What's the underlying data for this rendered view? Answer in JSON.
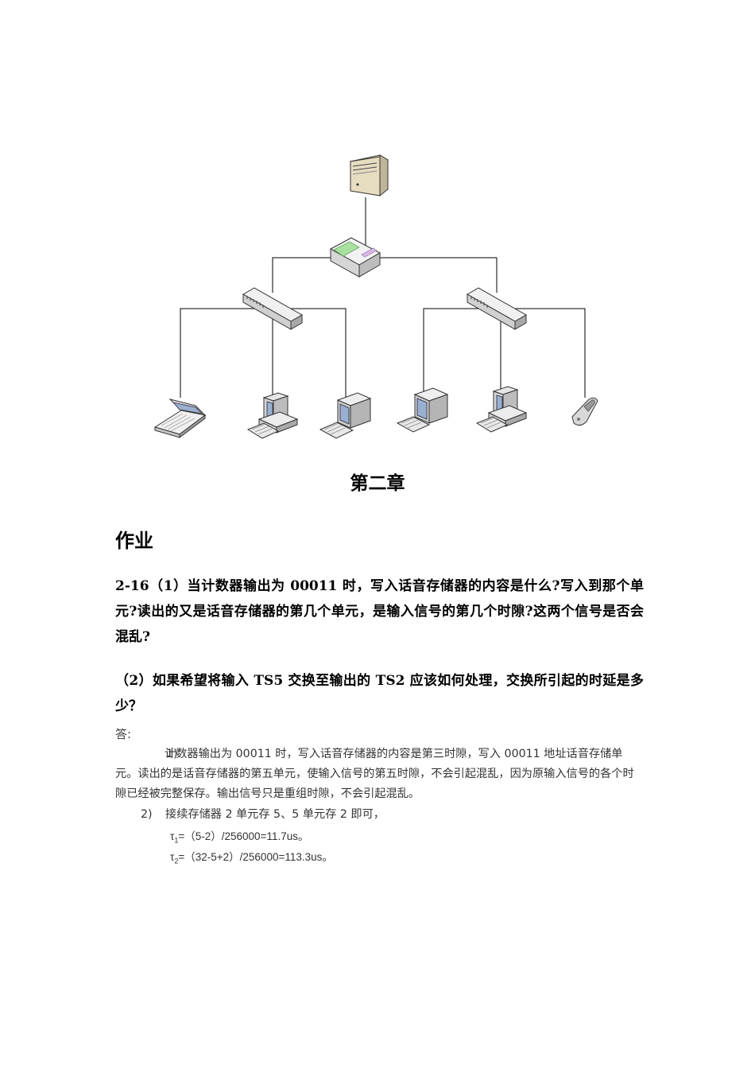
{
  "chapter": {
    "title": "第二章"
  },
  "section": {
    "title": "作业"
  },
  "question": {
    "part1": "2-16（1）当计数器输出为 00011 时，写入话音存储器的内容是什么?写入到那个单元?读出的又是话音存储器的第几个单元，是输入信号的第几个时隙?这两个信号是否会混乱?",
    "part2": "（2）如果希望将输入 TS5 交换至输出的 TS2 应该如何处理，交换所引起的时延是多少？"
  },
  "answer": {
    "label": "答:",
    "item1_num": "1)",
    "item1_text": "计数器输出为 00011 时，写入话音存储器的内容是第三时隙，写入 00011 地址话音存储单元。读出的是话音存储器的第五单元，使输入信号的第五时隙，不会引起混乱，因为原输入信号的各个时隙已经被完整保存。输出信号只是重组时隙，不会引起混乱。",
    "item2_num": "2)",
    "item2_text": "接续存储器 2 单元存 5、5 单元存 2 即可，",
    "f1_tau": "τ",
    "f1_sub": "1",
    "f1_expr": "=（5-2）/256000=11.7us。",
    "f2_tau": "τ",
    "f2_sub": "2",
    "f2_expr": "=（32-5+2）/256000=113.3us。"
  }
}
